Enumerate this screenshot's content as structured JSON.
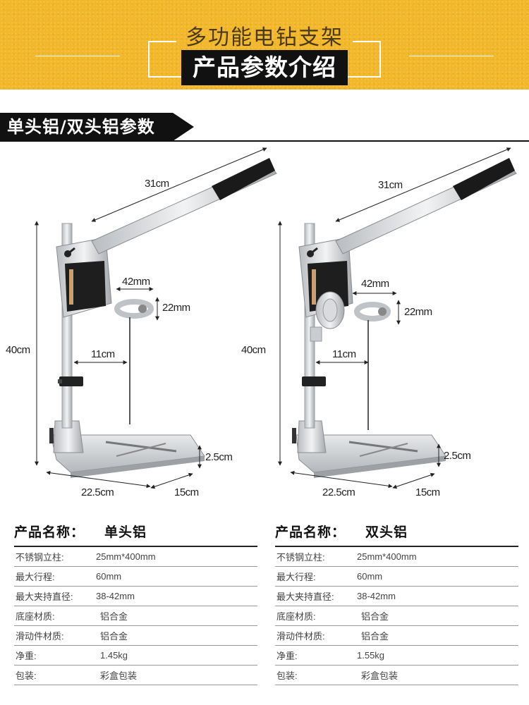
{
  "header": {
    "subtitle": "多功能电钻支架",
    "title": "产品参数介绍"
  },
  "section": {
    "title": "单头铝/双头铝参数"
  },
  "diagrams": {
    "left": {
      "handle": "31cm",
      "clamp": "42mm",
      "clamp_h": "22mm",
      "height": "40cm",
      "throat": "11cm",
      "base_h": "2.5cm",
      "base_w": "22.5cm",
      "base_d": "15cm"
    },
    "right": {
      "handle": "31cm",
      "clamp": "42mm",
      "clamp_h": "22mm",
      "height": "40cm",
      "throat": "11cm",
      "base_h": "2.5cm",
      "base_w": "22.5cm",
      "base_d": "15cm"
    }
  },
  "specs": {
    "left": {
      "name_label": "产品名称：",
      "name": "单头铝",
      "rows": [
        {
          "k": "不锈钢立柱:",
          "v": "25mm*400mm"
        },
        {
          "k": "最大行程:",
          "v": "60mm"
        },
        {
          "k": "最大夹持直径:",
          "v": "38-42mm"
        },
        {
          "k": "底座材质:",
          "v": "铝合金"
        },
        {
          "k": "滑动件材质:",
          "v": "铝合金"
        },
        {
          "k": "净重:",
          "v": "1.45kg"
        },
        {
          "k": "包装:",
          "v": "彩盒包装"
        }
      ]
    },
    "right": {
      "name_label": "产品名称：",
      "name": "双头铝",
      "rows": [
        {
          "k": "不锈钢立柱:",
          "v": "25mm*400mm"
        },
        {
          "k": "最大行程:",
          "v": "60mm"
        },
        {
          "k": "最大夹持直径:",
          "v": "38-42mm"
        },
        {
          "k": "底座材质:",
          "v": "铝合金"
        },
        {
          "k": "滑动件材质:",
          "v": "铝合金"
        },
        {
          "k": "净重:",
          "v": "1.55kg"
        },
        {
          "k": "包装:",
          "v": "彩盒包装"
        }
      ]
    }
  }
}
